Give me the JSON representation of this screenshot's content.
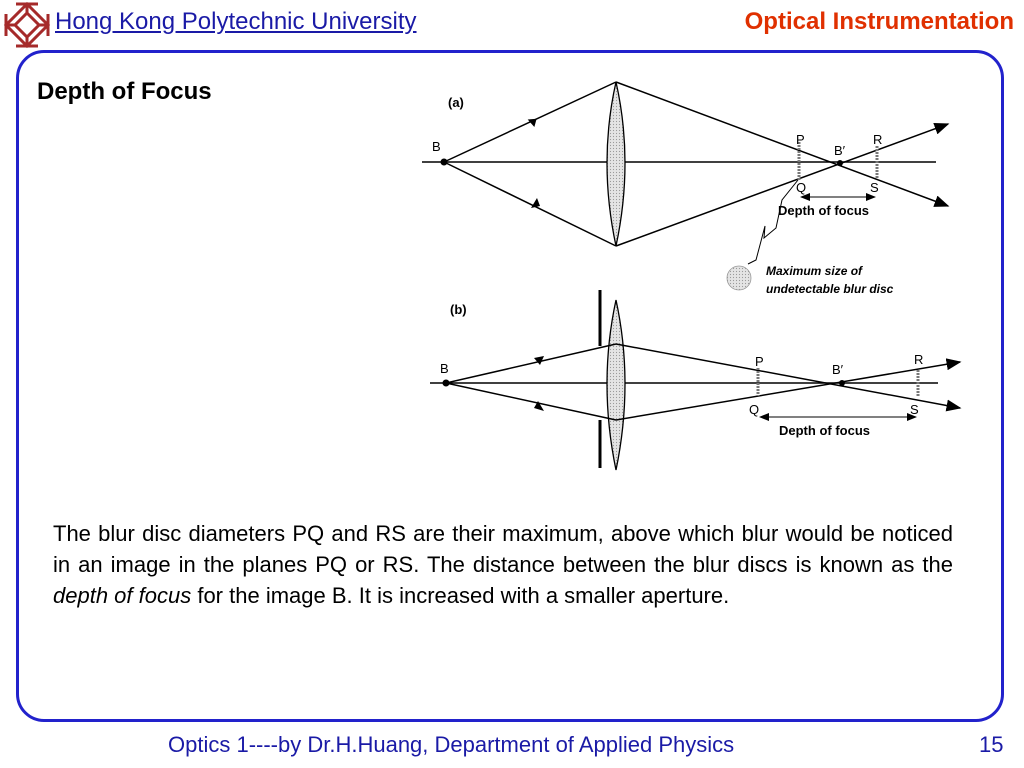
{
  "header": {
    "logo_icon": "polyu-logo-icon",
    "university": "Hong Kong Polytechnic University",
    "course": "Optical Instrumentation"
  },
  "slide": {
    "title": "Depth of Focus",
    "body": {
      "part1": "The blur disc diameters PQ and RS are their maximum, above which blur would be noticed in an image in the planes PQ or RS.  The distance between the blur discs is known as the ",
      "emphasis": "depth of focus",
      "part2": " for the image B.  It is increased with a smaller aperture."
    }
  },
  "diagram": {
    "panel_a": {
      "label": "(a)",
      "object": "B",
      "image": "B′",
      "p": "P",
      "q": "Q",
      "r": "R",
      "s": "S",
      "depth_label": "Depth of focus",
      "blur_label_line1": "Maximum size of",
      "blur_label_line2": "undetectable blur disc"
    },
    "panel_b": {
      "label": "(b)",
      "object": "B",
      "image": "B′",
      "p": "P",
      "q": "Q",
      "r": "R",
      "s": "S",
      "depth_label": "Depth of focus"
    }
  },
  "footer": {
    "text": "Optics 1----by Dr.H.Huang, Department of Applied Physics",
    "page": "15"
  },
  "colors": {
    "header_blue": "#1a1aa6",
    "course_red": "#e03000",
    "frame_blue": "#2222cc"
  }
}
